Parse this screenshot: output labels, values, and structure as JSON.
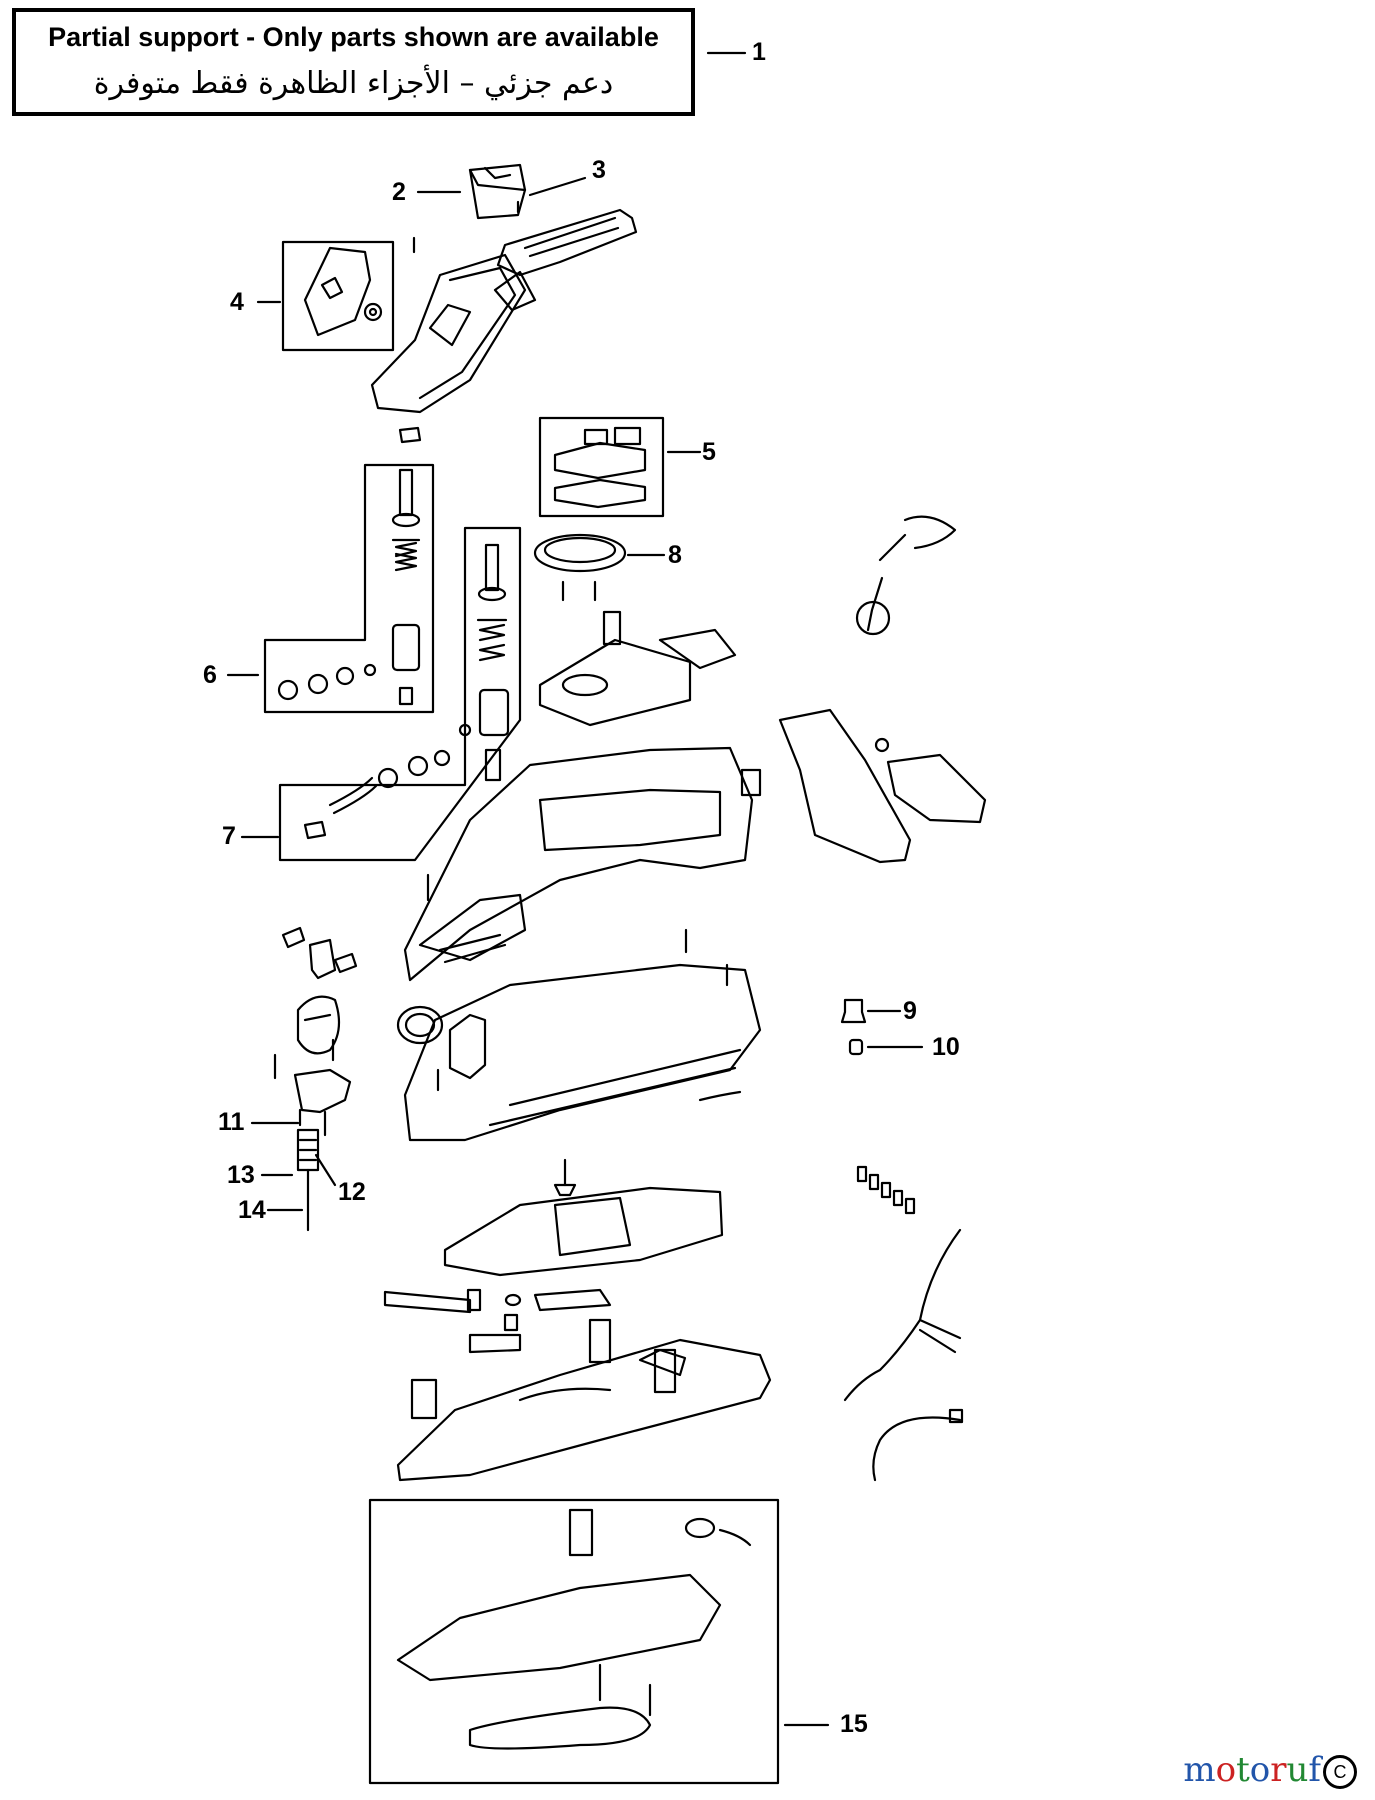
{
  "notice": {
    "english": "Partial support - Only parts shown are available",
    "arabic": "دعم جزئي – الأجزاء الظاهرة فقط متوفرة"
  },
  "callouts": [
    "1",
    "2",
    "3",
    "4",
    "5",
    "6",
    "7",
    "8",
    "9",
    "10",
    "11",
    "12",
    "13",
    "14",
    "15"
  ],
  "watermark": {
    "letters": [
      "m",
      "o",
      "t",
      "o",
      "r",
      "u",
      "f"
    ],
    "colors": [
      "#2255aa",
      "#cc2222",
      "#228833",
      "#2255aa",
      "#cc2222",
      "#228833",
      "#2255aa"
    ],
    "badge": "C"
  }
}
